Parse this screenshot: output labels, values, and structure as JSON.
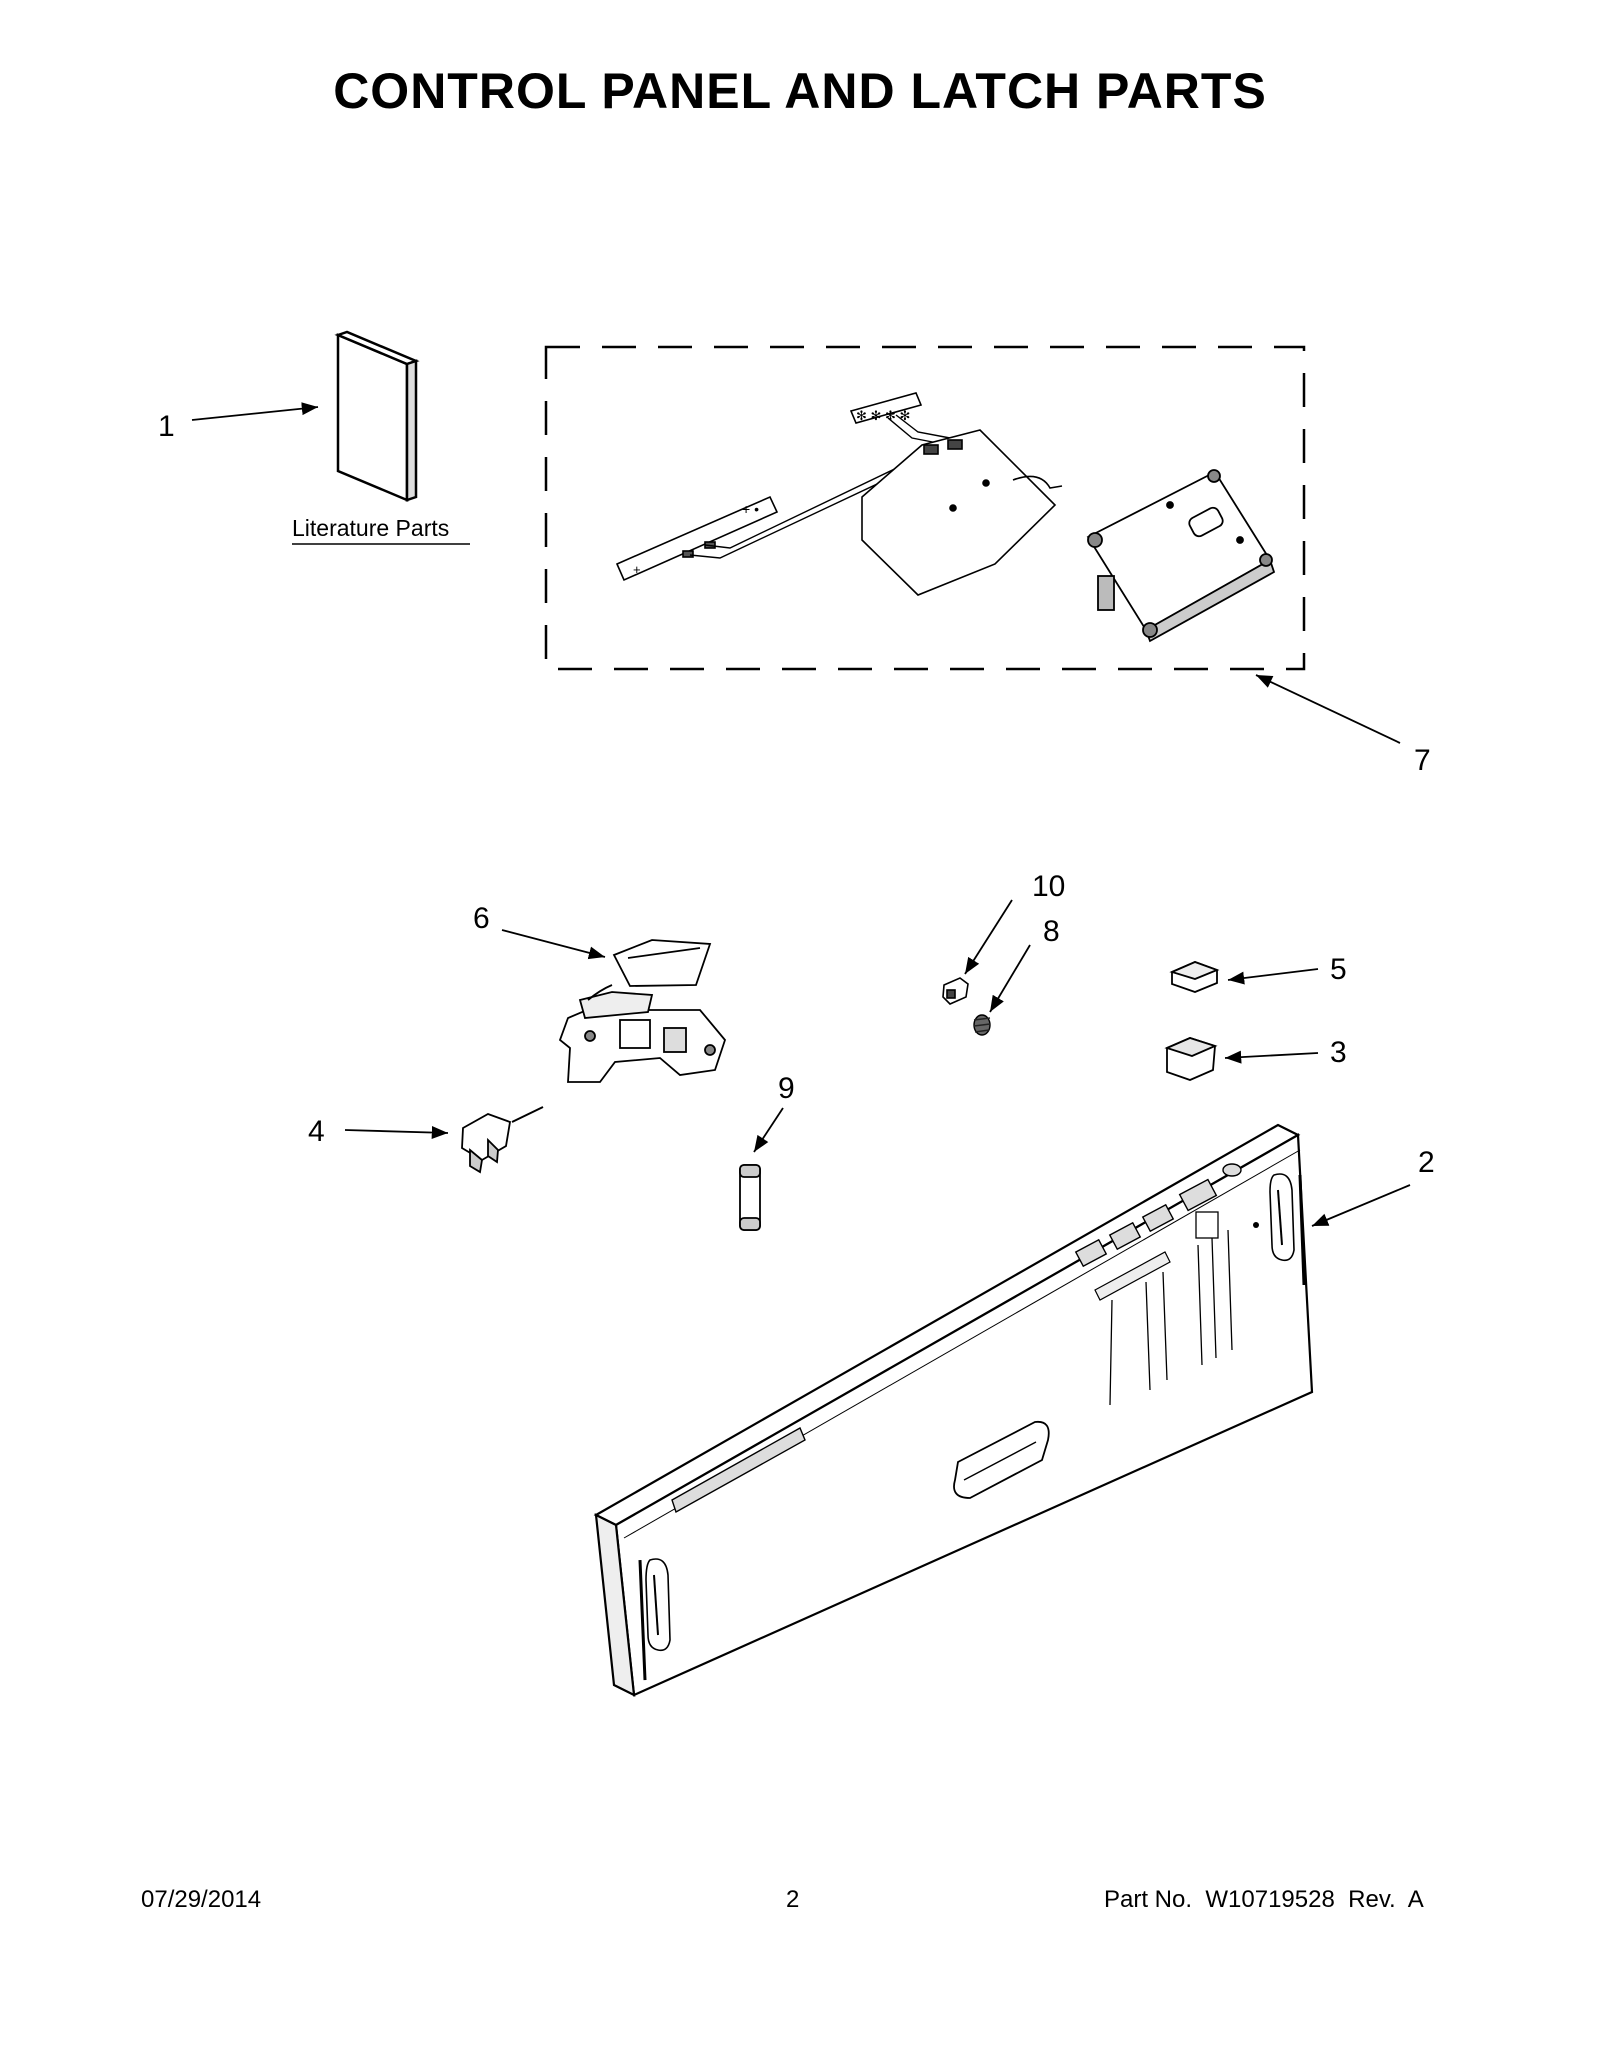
{
  "title": "CONTROL PANEL AND LATCH PARTS",
  "literature_label": "Literature Parts",
  "callouts": {
    "c1": "1",
    "c2": "2",
    "c3": "3",
    "c4": "4",
    "c5": "5",
    "c6": "6",
    "c7": "7",
    "c8": "8",
    "c9": "9",
    "c10": "10"
  },
  "footer": {
    "date": "07/29/2014",
    "page": "2",
    "part_no": "Part No.  W10719528  Rev.  A"
  }
}
